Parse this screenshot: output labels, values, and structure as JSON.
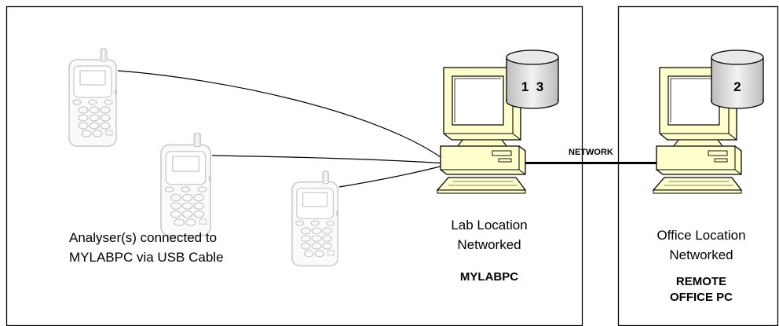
{
  "lab": {
    "label_line1": "Lab Location",
    "label_line2": "Networked",
    "name": "MYLABPC",
    "db_label": "1  3"
  },
  "office": {
    "label_line1": "Office Location",
    "label_line2": "Networked",
    "name_line1": "REMOTE",
    "name_line2": "OFFICE PC",
    "db_label": "2"
  },
  "network_label": "NETWORK",
  "analysers": {
    "caption_line1": "Analyser(s) connected to",
    "caption_line2": "MYLABPC via USB Cable",
    "count": 3
  },
  "colors": {
    "border": "#000000",
    "pc_fill": "#ffffcc",
    "screen_fill": "#ffffff",
    "db_fill": "#d9d9d9",
    "device_stroke": "#c8c8c8"
  }
}
